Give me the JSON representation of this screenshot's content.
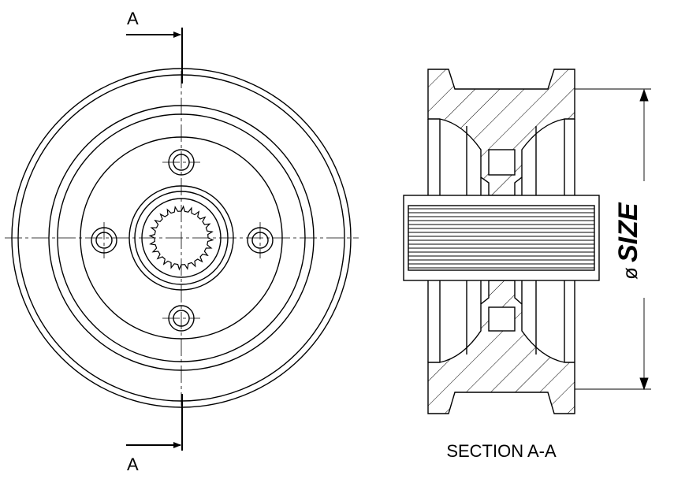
{
  "drawing": {
    "section_marker_top": "A",
    "section_marker_bottom": "A",
    "section_title": "SECTION A-A",
    "dimension_symbol": "ø",
    "dimension_label": "SIZE",
    "line_color": "#000000",
    "background": "#ffffff"
  }
}
